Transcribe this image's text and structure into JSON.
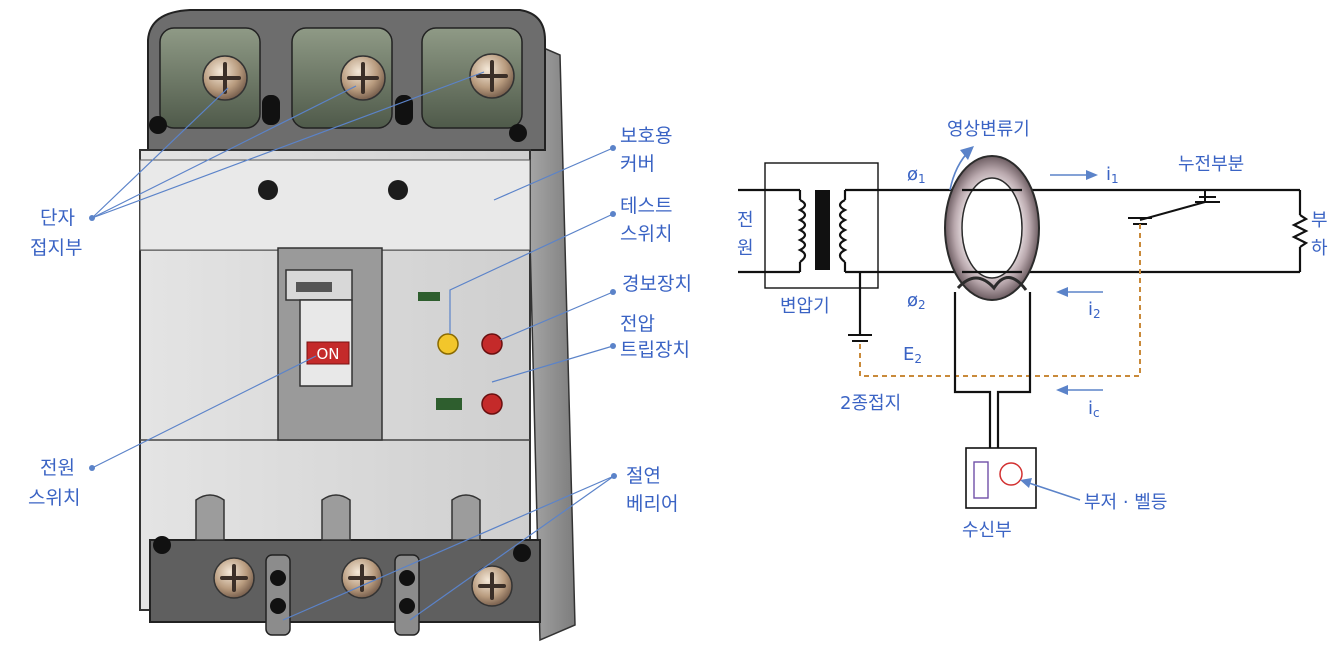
{
  "breaker": {
    "labels": {
      "terminal_line1": "단자",
      "terminal_line2": "접지부",
      "cover_line1": "보호용",
      "cover_line2": "커버",
      "test_line1": "테스트",
      "test_line2": "스위치",
      "alarm": "경보장치",
      "voltage_line1": "전압",
      "voltage_line2": "트립장치",
      "power_line1": "전원",
      "power_line2": "스위치",
      "barrier_line1": "절연",
      "barrier_line2": "베리어"
    },
    "on_badge": "ON"
  },
  "circuit": {
    "zct_label": "영상변류기",
    "leak_label": "누전부분",
    "source_line1": "전",
    "source_line2": "원",
    "load_line1": "부",
    "load_line2": "하",
    "transformer_label": "변압기",
    "phi1": "ø",
    "phi1_sub": "1",
    "phi2": "ø",
    "phi2_sub": "2",
    "i1": "i",
    "i1_sub": "1",
    "i2": "i",
    "i2_sub": "2",
    "ic": "i",
    "ic_sub": "c",
    "e2": "E",
    "e2_sub": "2",
    "ground_label": "2종접지",
    "receiver_label": "수신부",
    "buzzer_label": "부저 · 벨등"
  },
  "colors": {
    "label": "#3a63c4",
    "leader": "#5b83c9",
    "body": "#d9d9d9",
    "leak_path": "#c98a3a"
  }
}
